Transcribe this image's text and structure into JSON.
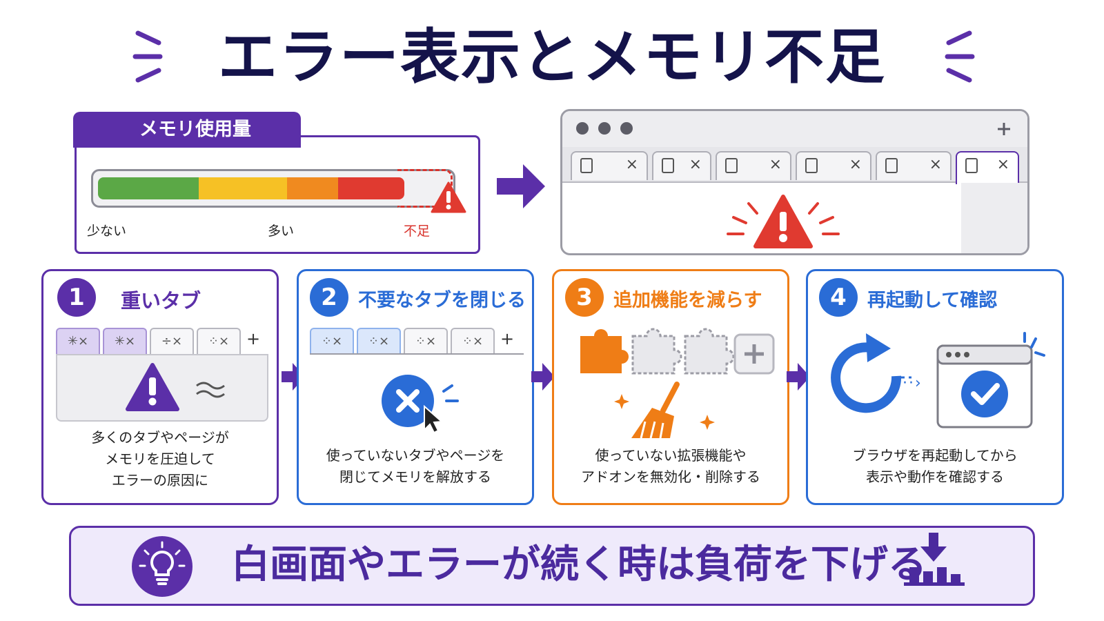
{
  "title": "エラー表示とメモリ不足",
  "memory": {
    "header": "メモリ使用量",
    "labels": {
      "low": "少ない",
      "mid": "多い",
      "short": "不足"
    },
    "colors": [
      "#5ba846",
      "#f6c125",
      "#f08a1f",
      "#e03a30"
    ]
  },
  "steps": [
    {
      "num": "1",
      "title": "重いタブ",
      "desc": [
        "多くのタブやページが",
        "メモリを圧迫して",
        "エラーの原因に"
      ],
      "color": "#5b2fa8"
    },
    {
      "num": "2",
      "title": "不要なタブを閉じる",
      "desc": [
        "使っていないタブやページを",
        "閉じてメモリを解放する"
      ],
      "color": "#2a6cd6"
    },
    {
      "num": "3",
      "title": "追加機能を減らす",
      "desc": [
        "使っていない拡張機能や",
        "アドオンを無効化・削除する"
      ],
      "color": "#ef7d16"
    },
    {
      "num": "4",
      "title": "再起動して確認",
      "desc": [
        "ブラウザを再起動してから",
        "表示や動作を確認する"
      ],
      "color": "#2a6cd6"
    }
  ],
  "bottom": {
    "text": "白画面やエラーが続く時は負荷を下げる"
  },
  "icons": [
    "warning-icon",
    "document-icon",
    "close-icon",
    "plus-icon",
    "puzzle-icon",
    "broom-icon",
    "refresh-icon",
    "check-icon",
    "lightbulb-icon",
    "download-chart-icon",
    "cursor-icon"
  ]
}
